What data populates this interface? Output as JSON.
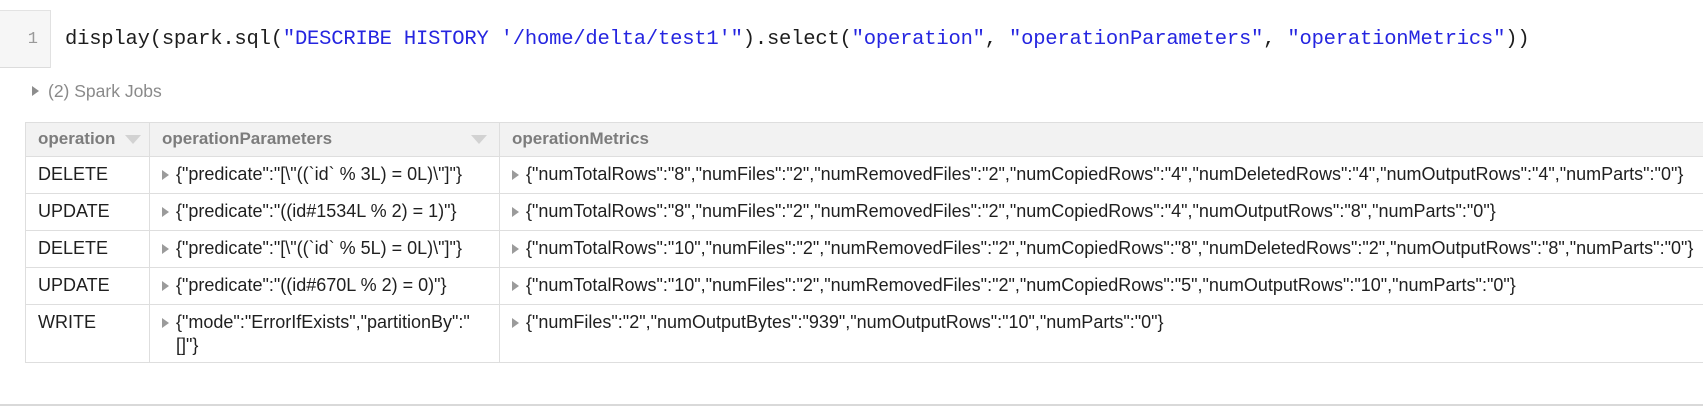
{
  "notebook": {
    "cell": {
      "line_number": "1",
      "code_tokens": [
        {
          "t": "display(spark.sql(",
          "k": "plain"
        },
        {
          "t": "\"DESCRIBE HISTORY '/home/delta/test1'\"",
          "k": "string"
        },
        {
          "t": ").select(",
          "k": "plain"
        },
        {
          "t": "\"operation\"",
          "k": "string"
        },
        {
          "t": ", ",
          "k": "plain"
        },
        {
          "t": "\"operationParameters\"",
          "k": "string"
        },
        {
          "t": ", ",
          "k": "plain"
        },
        {
          "t": "\"operationMetrics\"",
          "k": "string"
        },
        {
          "t": "))",
          "k": "plain"
        }
      ],
      "code_plain": "display(spark.sql(\"DESCRIBE HISTORY '/home/delta/test1'\").select(\"operation\", \"operationParameters\", \"operationMetrics\"))"
    },
    "spark_jobs": {
      "label": "(2) Spark Jobs",
      "count": 2,
      "expanded": false,
      "toggle_icon": "triangle-right-icon"
    }
  },
  "results_table": {
    "columns": [
      {
        "name": "operation",
        "sortable": true
      },
      {
        "name": "operationParameters",
        "sortable": true
      },
      {
        "name": "operationMetrics",
        "sortable": false
      }
    ],
    "rows": [
      {
        "operation": "DELETE",
        "operationParameters": "{\"predicate\":\"[\\\"((`id` % 3L) = 0L)\\\"]\"}",
        "operationMetrics": "{\"numTotalRows\":\"8\",\"numFiles\":\"2\",\"numRemovedFiles\":\"2\",\"numCopiedRows\":\"4\",\"numDeletedRows\":\"4\",\"numOutputRows\":\"4\",\"numParts\":\"0\"}"
      },
      {
        "operation": "UPDATE",
        "operationParameters": "{\"predicate\":\"((id#1534L % 2) = 1)\"}",
        "operationMetrics": "{\"numTotalRows\":\"8\",\"numFiles\":\"2\",\"numRemovedFiles\":\"2\",\"numCopiedRows\":\"4\",\"numOutputRows\":\"8\",\"numParts\":\"0\"}"
      },
      {
        "operation": "DELETE",
        "operationParameters": "{\"predicate\":\"[\\\"((`id` % 5L) = 0L)\\\"]\"}",
        "operationMetrics": "{\"numTotalRows\":\"10\",\"numFiles\":\"2\",\"numRemovedFiles\":\"2\",\"numCopiedRows\":\"8\",\"numDeletedRows\":\"2\",\"numOutputRows\":\"8\",\"numParts\":\"0\"}"
      },
      {
        "operation": "UPDATE",
        "operationParameters": "{\"predicate\":\"((id#670L % 2) = 0)\"}",
        "operationMetrics": "{\"numTotalRows\":\"10\",\"numFiles\":\"2\",\"numRemovedFiles\":\"2\",\"numCopiedRows\":\"5\",\"numOutputRows\":\"10\",\"numParts\":\"0\"}"
      },
      {
        "operation": "WRITE",
        "operationParameters": "{\"mode\":\"ErrorIfExists\",\"partitionBy\":\"[]\"}",
        "operationMetrics": "{\"numFiles\":\"2\",\"numOutputBytes\":\"939\",\"numOutputRows\":\"10\",\"numParts\":\"0\"}"
      }
    ]
  },
  "colors": {
    "code_string": "#2525e0",
    "code_text": "#1d1d1d",
    "header_bg": "#f2f2f2",
    "header_text": "#7c7c7c",
    "cell_text": "#1f1f1f",
    "muted_text": "#8a8a8a",
    "border": "#dedede"
  }
}
